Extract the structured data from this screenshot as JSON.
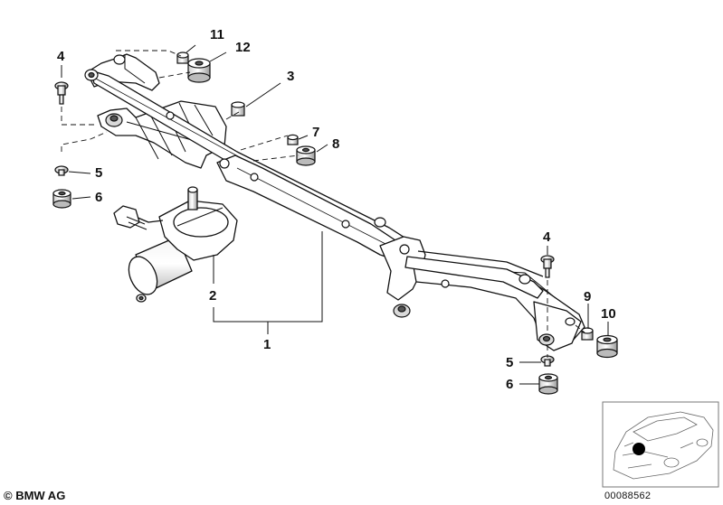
{
  "callouts": {
    "n11": "11",
    "n12": "12",
    "n4_left": "4",
    "n3": "3",
    "n7": "7",
    "n8": "8",
    "n5_left": "5",
    "n6_left": "6",
    "n2": "2",
    "n1": "1",
    "n4_right": "4",
    "n9": "9",
    "n10": "10",
    "n5_right": "5",
    "n6_right": "6"
  },
  "footer": {
    "copyright": "© BMW AG",
    "document_number": "00088562"
  },
  "colors": {
    "line": "#111111",
    "fill": "#ffffff",
    "shade": "#d9d9d9",
    "dark": "#555555",
    "locator_dot": "#000000"
  }
}
